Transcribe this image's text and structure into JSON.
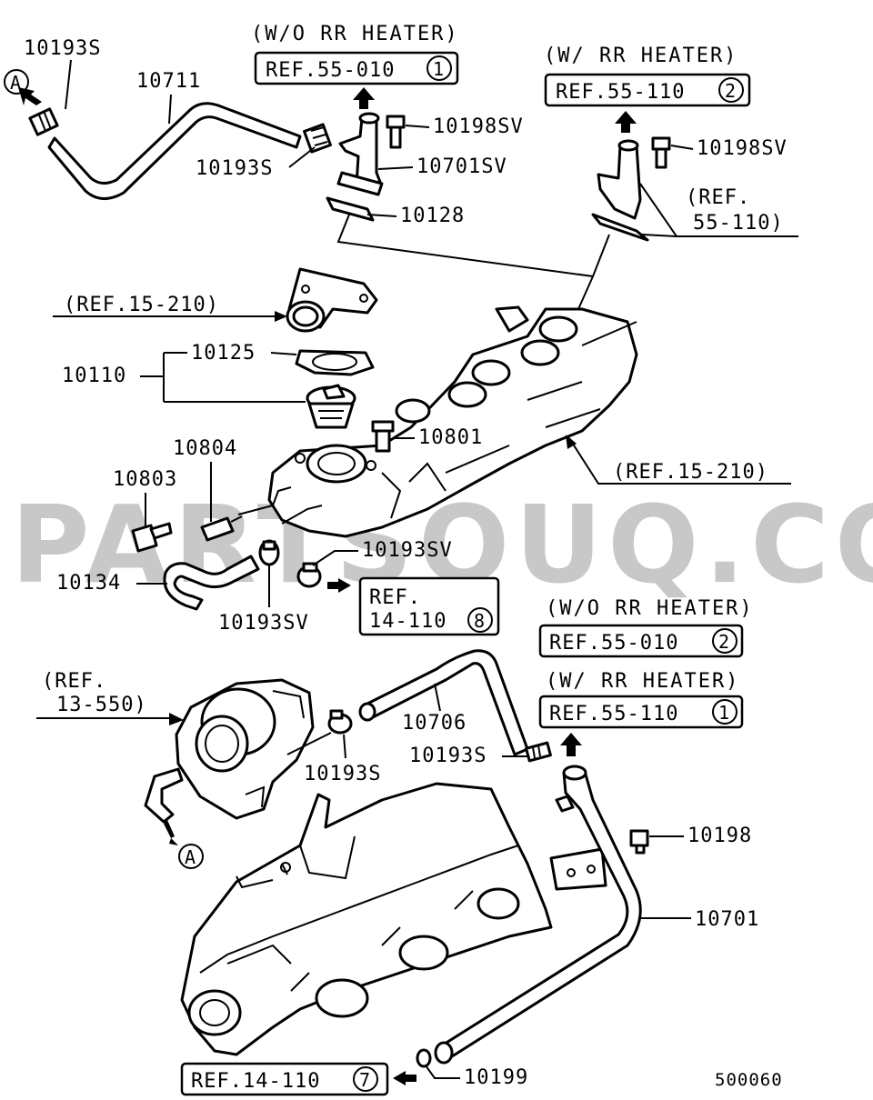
{
  "watermark": "PARTSOUQ.COM",
  "diagram_id": "500060",
  "part_numbers": {
    "p10193s_top": "10193S",
    "p10711": "10711",
    "p10193s_mid": "10193S",
    "p10198sv_a": "10198SV",
    "p10701sv": "10701SV",
    "p10128": "10128",
    "p10198sv_b": "10198SV",
    "p10125": "10125",
    "p10110": "10110",
    "p10801": "10801",
    "p10804": "10804",
    "p10803": "10803",
    "p10193sv_a": "10193SV",
    "p10134": "10134",
    "p10193sv_b": "10193SV",
    "p10706": "10706",
    "p10193s_low": "10193S",
    "p10193s_low2": "10193S",
    "p10198": "10198",
    "p10701": "10701",
    "p10199": "10199"
  },
  "notes": {
    "wo_rr_heater_top": "(W/O RR HEATER)",
    "w_rr_heater_top": "(W/ RR HEATER)",
    "wo_rr_heater_mid": "(W/O RR HEATER)",
    "w_rr_heater_mid": "(W/ RR HEATER)"
  },
  "refs": {
    "ref_55_010_1": {
      "text": "REF.55-010",
      "num": "1"
    },
    "ref_55_110_2": {
      "text": "REF.55-110",
      "num": "2"
    },
    "ref_55_110_plain_l1": "(REF.",
    "ref_55_110_plain_l2": "55-110)",
    "ref_15_210_a": "(REF.15-210)",
    "ref_15_210_b": "(REF.15-210)",
    "ref_14_110_8": {
      "line1": "REF.",
      "line2": "14-110",
      "num": "8"
    },
    "ref_55_010_2": {
      "text": "REF.55-010",
      "num": "2"
    },
    "ref_55_110_1": {
      "text": "REF.55-110",
      "num": "1"
    },
    "ref_13_550_l1": "(REF.",
    "ref_13_550_l2": "13-550)",
    "ref_14_110_7": {
      "text": "REF.14-110",
      "num": "7"
    }
  },
  "markers": {
    "a_top": "A",
    "a_bottom": "A"
  }
}
